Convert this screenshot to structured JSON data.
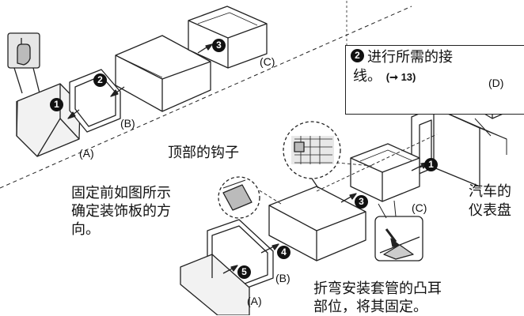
{
  "labels": {
    "top_hook": "顶部的钩子",
    "fix_line1": "固定前如图所示",
    "fix_line2": "确定装饰板的方",
    "fix_line3": "向。",
    "dash_line1": "汽车的",
    "dash_line2": "仪表盘",
    "bend_line1": "折弯安装套管的凸耳",
    "bend_line2": "部位，将其固定。",
    "connect_line1": "进行所需的接",
    "connect_line2": "线。",
    "connect_ref": "(➞ 13)"
  },
  "parts": {
    "A": "(A)",
    "B": "(B)",
    "C": "(C)",
    "D": "(D)"
  },
  "steps": {
    "s1": "1",
    "s2": "2",
    "s3": "3",
    "s4": "4",
    "s5": "5"
  },
  "colors": {
    "line": "#222222",
    "fill_light": "#f2f2f2",
    "fill_grey": "#d9d9d9",
    "step_badge": "#111111"
  }
}
